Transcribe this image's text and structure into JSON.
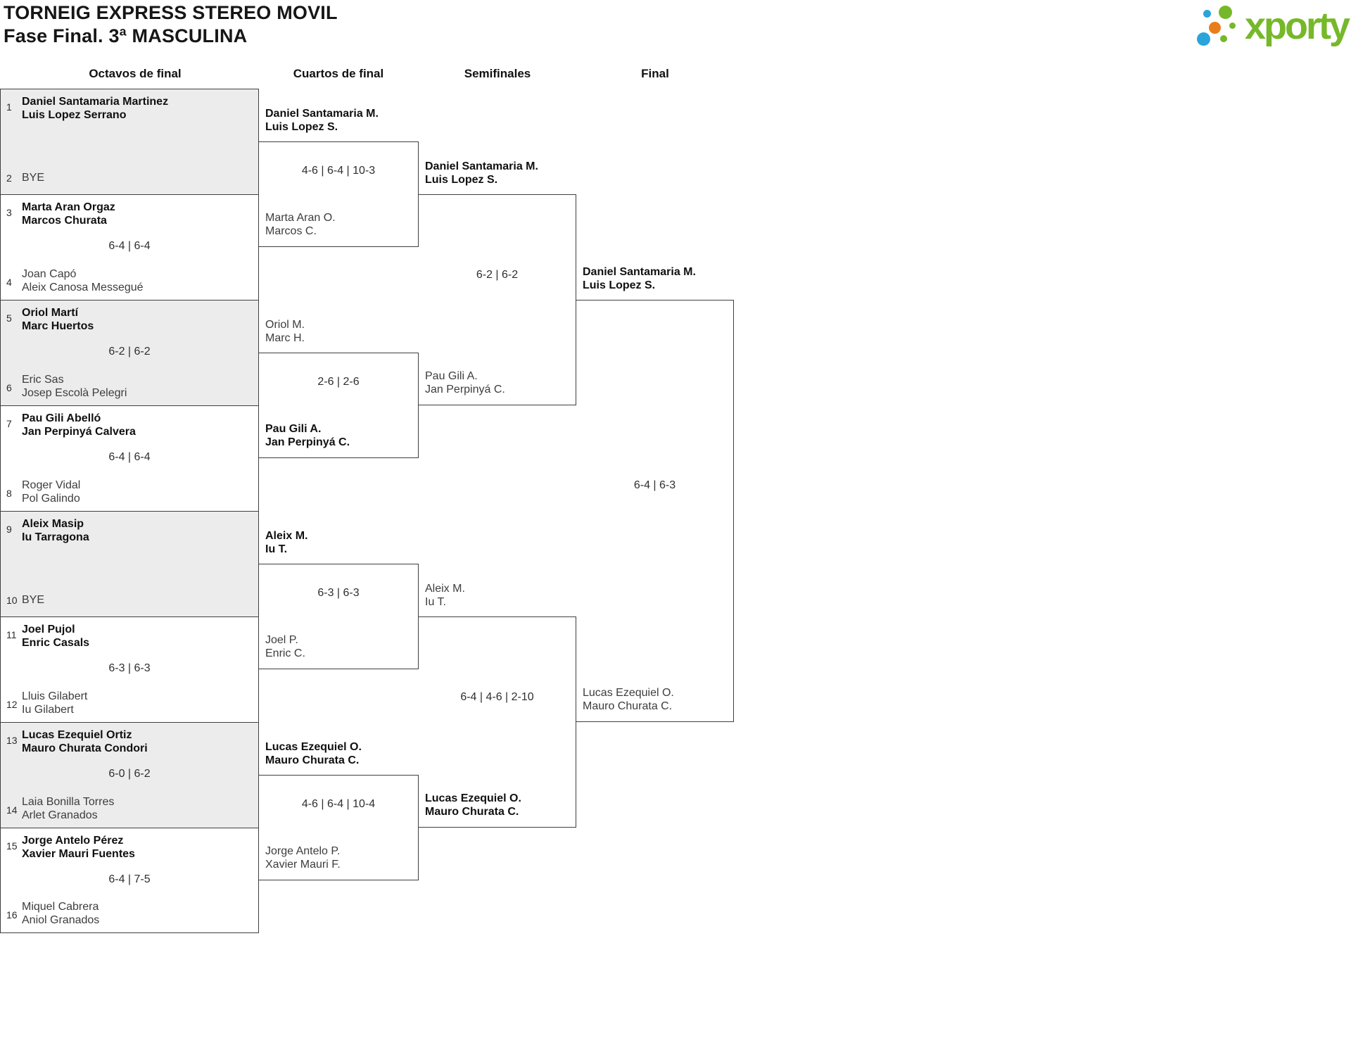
{
  "title": {
    "line1": "TORNEIG EXPRESS STEREO MOVIL",
    "line2": "Fase Final. 3ª MASCULINA"
  },
  "logo": {
    "text": "xporty",
    "green": "#76b82a",
    "blue": "#2ba4dc",
    "orange": "#e97d1c"
  },
  "columns": [
    {
      "label": "Octavos de final"
    },
    {
      "label": "Cuartos de final"
    },
    {
      "label": "Semifinales"
    },
    {
      "label": "Final"
    }
  ],
  "bracket": {
    "octavos": [
      {
        "seed_top": "1",
        "team_top": [
          "Daniel Santamaria Martinez",
          "Luis Lopez Serrano"
        ],
        "top_winner": true,
        "score": "",
        "seed_bottom": "2",
        "team_bottom": [
          "BYE"
        ],
        "bottom_winner": false
      },
      {
        "seed_top": "3",
        "team_top": [
          "Marta Aran Orgaz",
          "Marcos Churata"
        ],
        "top_winner": true,
        "score": "6-4 | 6-4",
        "seed_bottom": "4",
        "team_bottom": [
          "Joan Capó",
          "Aleix Canosa Messegué"
        ],
        "bottom_winner": false
      },
      {
        "seed_top": "5",
        "team_top": [
          "Oriol Martí",
          "Marc Huertos"
        ],
        "top_winner": true,
        "score": "6-2 | 6-2",
        "seed_bottom": "6",
        "team_bottom": [
          "Eric Sas",
          "Josep Escolà Pelegri"
        ],
        "bottom_winner": false
      },
      {
        "seed_top": "7",
        "team_top": [
          "Pau Gili Abelló",
          "Jan Perpinyá Calvera"
        ],
        "top_winner": true,
        "score": "6-4 | 6-4",
        "seed_bottom": "8",
        "team_bottom": [
          "Roger Vidal",
          "Pol Galindo"
        ],
        "bottom_winner": false
      },
      {
        "seed_top": "9",
        "team_top": [
          "Aleix Masip",
          "Iu Tarragona"
        ],
        "top_winner": true,
        "score": "",
        "seed_bottom": "10",
        "team_bottom": [
          "BYE"
        ],
        "bottom_winner": false
      },
      {
        "seed_top": "11",
        "team_top": [
          "Joel Pujol",
          "Enric Casals"
        ],
        "top_winner": true,
        "score": "6-3 | 6-3",
        "seed_bottom": "12",
        "team_bottom": [
          "Lluis Gilabert",
          "Iu Gilabert"
        ],
        "bottom_winner": false
      },
      {
        "seed_top": "13",
        "team_top": [
          "Lucas Ezequiel Ortiz",
          "Mauro Churata Condori"
        ],
        "top_winner": true,
        "score": "6-0 | 6-2",
        "seed_bottom": "14",
        "team_bottom": [
          "Laia Bonilla Torres",
          "Arlet Granados"
        ],
        "bottom_winner": false
      },
      {
        "seed_top": "15",
        "team_top": [
          "Jorge Antelo Pérez",
          "Xavier Mauri Fuentes"
        ],
        "top_winner": true,
        "score": "6-4 | 7-5",
        "seed_bottom": "16",
        "team_bottom": [
          "Miquel Cabrera",
          "Aniol Granados"
        ],
        "bottom_winner": false
      }
    ],
    "cuartos": [
      {
        "team_top": [
          "Daniel Santamaria M.",
          "Luis Lopez S."
        ],
        "top_winner": true,
        "score": "4-6 | 6-4 | 10-3",
        "team_bottom": [
          "Marta Aran O.",
          "Marcos C."
        ],
        "bottom_winner": false
      },
      {
        "team_top": [
          "Oriol M.",
          "Marc H."
        ],
        "top_winner": false,
        "score": "2-6 | 2-6",
        "team_bottom": [
          "Pau Gili A.",
          "Jan Perpinyá C."
        ],
        "bottom_winner": true
      },
      {
        "team_top": [
          "Aleix M.",
          "Iu T."
        ],
        "top_winner": true,
        "score": "6-3 | 6-3",
        "team_bottom": [
          "Joel P.",
          "Enric C."
        ],
        "bottom_winner": false
      },
      {
        "team_top": [
          "Lucas Ezequiel O.",
          "Mauro Churata C."
        ],
        "top_winner": true,
        "score": "4-6 | 6-4 | 10-4",
        "team_bottom": [
          "Jorge Antelo P.",
          "Xavier Mauri F."
        ],
        "bottom_winner": false
      }
    ],
    "semifinales": [
      {
        "team_top": [
          "Daniel Santamaria M.",
          "Luis Lopez S."
        ],
        "top_winner": true,
        "score": "6-2 | 6-2",
        "team_bottom": [
          "Pau Gili A.",
          "Jan Perpinyá C."
        ],
        "bottom_winner": false
      },
      {
        "team_top": [
          "Aleix M.",
          "Iu T."
        ],
        "top_winner": false,
        "score": "6-4 | 4-6 | 2-10",
        "team_bottom": [
          "Lucas Ezequiel O.",
          "Mauro Churata C."
        ],
        "bottom_winner": true
      }
    ],
    "final": [
      {
        "team_top": [
          "Daniel Santamaria M.",
          "Luis Lopez S."
        ],
        "top_winner": true,
        "score": "6-4 | 6-3",
        "team_bottom": [
          "Lucas Ezequiel O.",
          "Mauro Churata C."
        ],
        "bottom_winner": false
      }
    ]
  }
}
